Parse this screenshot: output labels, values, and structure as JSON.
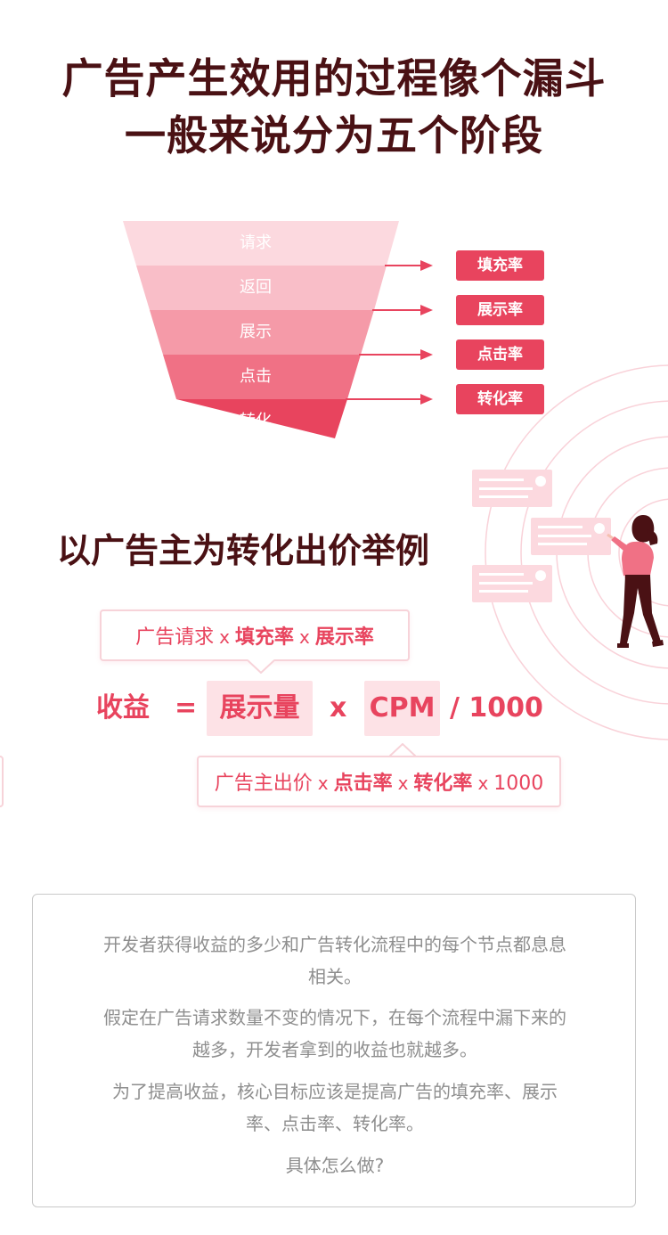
{
  "header": {
    "title_line1": "广告产生效用的过程像个漏斗",
    "title_line2": "一般来说分为五个阶段"
  },
  "funnel": {
    "stages": [
      {
        "label": "请求",
        "color": "#fcd9df"
      },
      {
        "label": "返回",
        "color": "#f9bec8"
      },
      {
        "label": "展示",
        "color": "#f59aa8"
      },
      {
        "label": "点击",
        "color": "#f07185"
      },
      {
        "label": "转化",
        "color": "#e8445e"
      }
    ],
    "rates": [
      "填充率",
      "展示率",
      "点击率",
      "转化率"
    ]
  },
  "example": {
    "title": "以广告主为转化出价举例"
  },
  "formula": {
    "lhs": "收益",
    "equals": "=",
    "term1": "展示量",
    "times": "x",
    "term2": "CPM",
    "divisor": "/ 1000",
    "bubble_top": {
      "part1": "广告请求",
      "op1": "x",
      "part2": "填充率",
      "op2": "x",
      "part3": "展示率"
    },
    "bubble_bottom": {
      "part1": "广告主出价",
      "op1": "x",
      "part2": "点击率",
      "op2": "x",
      "part3": "转化率",
      "op3": "x",
      "part4": "1000"
    }
  },
  "explanation": {
    "p1_line1": "开发者获得收益的多少和广告转化流程中的每个节点都息息",
    "p1_line2": "相关。",
    "p2_line1": "假定在广告请求数量不变的情况下，在每个流程中漏下来的",
    "p2_line2": "越多，开发者拿到的收益也就越多。",
    "p3_line1": "为了提高收益，核心目标应该是提高广告的填充率、展示",
    "p3_line2": "率、点击率、转化率。",
    "p4": "具体怎么做?"
  },
  "colors": {
    "accent": "#e8445e",
    "title_dark": "#4a1114",
    "light_pink": "#fde2e6"
  }
}
